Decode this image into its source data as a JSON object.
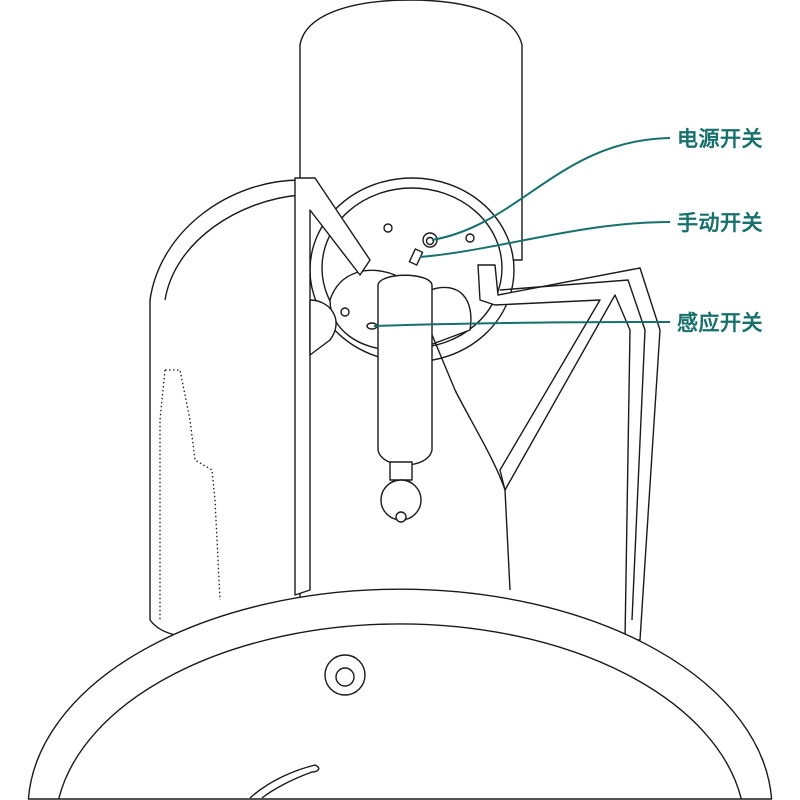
{
  "accent_color": "#17706b",
  "labels": {
    "power_switch": "电源开关",
    "manual_switch": "手动开关",
    "sensor_switch": "感应开关"
  }
}
